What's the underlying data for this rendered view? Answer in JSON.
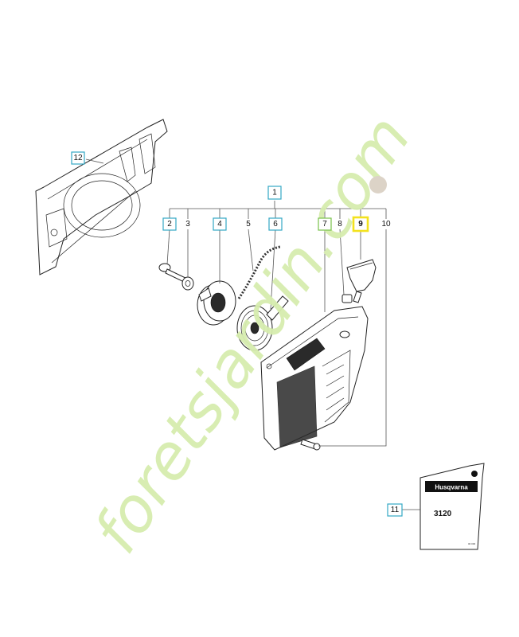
{
  "callouts": [
    {
      "id": "c1",
      "label": "1",
      "boxed": true
    },
    {
      "id": "c2",
      "label": "2",
      "boxed": true
    },
    {
      "id": "c3",
      "label": "3",
      "boxed": false
    },
    {
      "id": "c4",
      "label": "4",
      "boxed": true
    },
    {
      "id": "c5",
      "label": "5",
      "boxed": false
    },
    {
      "id": "c6",
      "label": "6",
      "boxed": true
    },
    {
      "id": "c7",
      "label": "7",
      "boxed": true
    },
    {
      "id": "c8",
      "label": "8",
      "boxed": false
    },
    {
      "id": "c9",
      "label": "9",
      "boxed": true,
      "highlighted": true
    },
    {
      "id": "c10",
      "label": "10",
      "boxed": false
    },
    {
      "id": "c11",
      "label": "11",
      "boxed": true
    },
    {
      "id": "c12",
      "label": "12",
      "boxed": true
    }
  ],
  "decal": {
    "brand": "Husqvarna",
    "model": "3120",
    "code": "00 000"
  },
  "watermark": {
    "text": "foretsjardin.com",
    "color_main": "#d6edae",
    "color_dot": "#dcd3c7"
  },
  "colors": {
    "callout_border": "#34a8c4",
    "highlight": "#f3e21d",
    "green_box": "#79c24a"
  }
}
